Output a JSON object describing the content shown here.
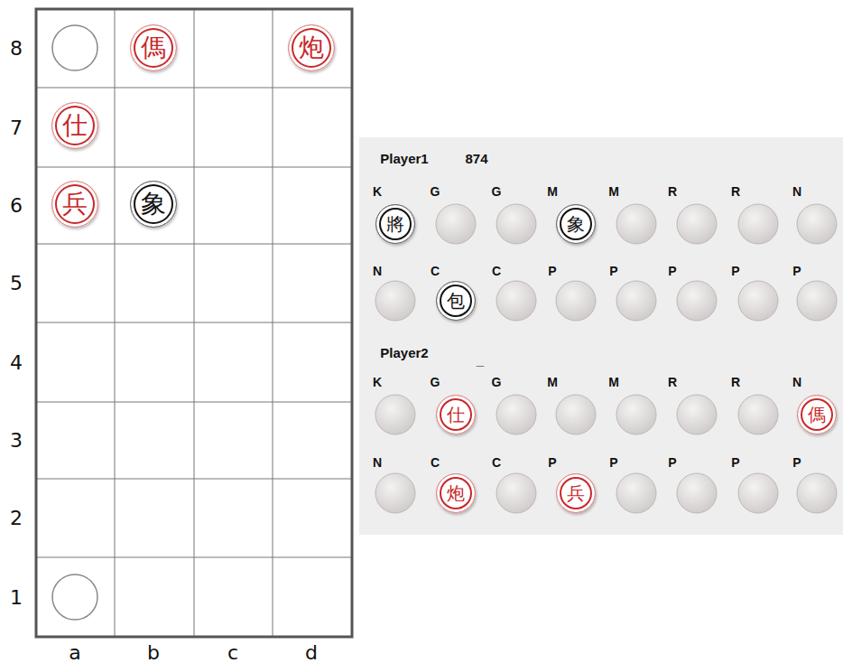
{
  "diagram": {
    "nodes": [
      {
        "text": [
          "傌"
        ]
      },
      {
        "text": [
          "炮"
        ]
      },
      {
        "text": [
          "仕"
        ]
      },
      {
        "text": [
          "兵"
        ]
      },
      {
        "text": [
          "象"
        ]
      },
      {
        "text": [
          "將"
        ]
      },
      {
        "text": [
          "象"
        ]
      },
      {
        "text": [
          "包"
        ]
      },
      {
        "text": [
          "仕"
        ]
      },
      {
        "text": [
          "傌"
        ]
      },
      {
        "text": [
          "炮"
        ]
      },
      {
        "text": [
          "兵"
        ]
      }
    ],
    "labels": [
      "8",
      "7",
      "6",
      "5",
      "4",
      "3",
      "2",
      "1",
      "a",
      "b",
      "c",
      "d",
      "Player1",
      "874",
      "K",
      "G",
      "G",
      "M",
      "M",
      "R",
      "R",
      "N",
      "N",
      "C",
      "C",
      "P",
      "P",
      "P",
      "P",
      "P",
      "Player2",
      "_",
      "K",
      "G",
      "G",
      "M",
      "M",
      "R",
      "R",
      "N",
      "N",
      "C",
      "C",
      "P",
      "P",
      "P",
      "P",
      "P"
    ]
  }
}
